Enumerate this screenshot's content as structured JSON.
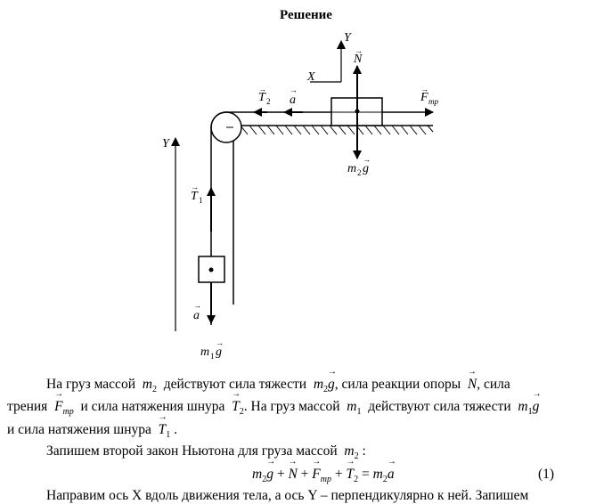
{
  "heading": "Решение",
  "diagram": {
    "axis_y_top": "Y",
    "axis_x_top": "X",
    "axis_y_left": "Y",
    "label_N": "N",
    "label_T2": "T",
    "label_T2_sub": "2",
    "label_a_top": "a",
    "label_Ftr": "F",
    "label_Ftr_sub": "тр",
    "label_m2g_m": "m",
    "label_m2g_sub": "2",
    "label_m2g_g": "g",
    "label_T1": "T",
    "label_T1_sub": "1",
    "label_a_bottom": "a",
    "label_m1g_m": "m",
    "label_m1g_sub": "1",
    "label_m1g_g": "g"
  },
  "text": {
    "p1_l1_a": "На груз массой",
    "m": "m",
    "sub2": "2",
    "sub1": "1",
    "p1_l1_b": "действуют сила тяжести",
    "g": "g",
    "p1_l1_c": ", сила реакции опоры",
    "N": "N",
    "p1_l1_d": ", сила",
    "p1_l2_a": "трения",
    "F": "F",
    "tr": "тр",
    "p1_l2_b": "и сила натяжения шнура",
    "T": "T",
    "p1_l2_c": ". На груз  массой",
    "p1_l2_d": "действуют сила тяжести",
    "p1_l3_a": "и сила натяжения шнура",
    "p1_l3_b": ".",
    "p2_a": "Запишем второй закон Ньютона для груза массой",
    "p2_b": ":",
    "a": "a",
    "plus": "+",
    "eq": "=",
    "eq_num": "(1)",
    "p3": "Направим ось X вдоль движения тела, а ось Y –  перпендикулярно к ней. Запишем"
  }
}
